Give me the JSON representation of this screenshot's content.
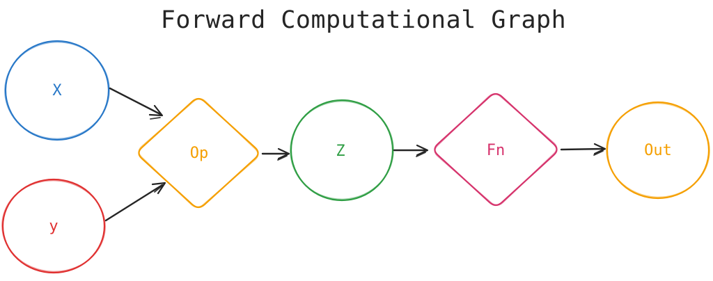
{
  "title": "Forward Computational Graph",
  "colors": {
    "ink": "#252525",
    "background": "#ffffff"
  },
  "nodes": {
    "x": {
      "label": "X",
      "shape": "circle",
      "color": "#2878c8"
    },
    "y": {
      "label": "y",
      "shape": "circle",
      "color": "#e03131"
    },
    "op": {
      "label": "Op",
      "shape": "diamond",
      "color": "#f59f00"
    },
    "z": {
      "label": "Z",
      "shape": "circle",
      "color": "#2f9e44"
    },
    "fn": {
      "label": "Fn",
      "shape": "diamond",
      "color": "#d6336c"
    },
    "out": {
      "label": "Out",
      "shape": "circle",
      "color": "#f59f00"
    }
  },
  "edges": [
    {
      "from": "X",
      "to": "Op"
    },
    {
      "from": "y",
      "to": "Op"
    },
    {
      "from": "Op",
      "to": "Z"
    },
    {
      "from": "Z",
      "to": "Fn"
    },
    {
      "from": "Fn",
      "to": "Out"
    }
  ]
}
